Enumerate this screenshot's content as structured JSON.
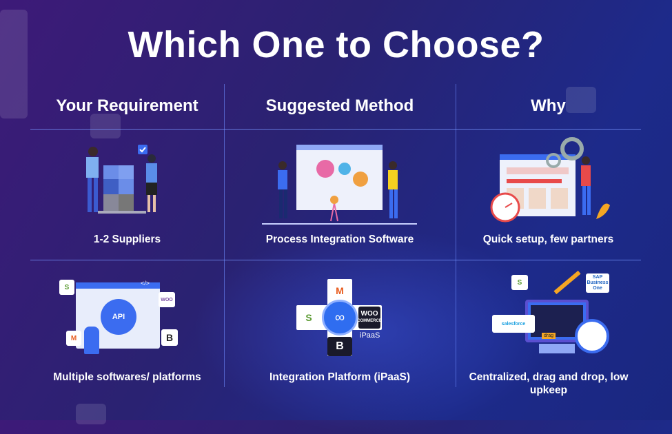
{
  "title": "Which One to Choose?",
  "columns": [
    "Your Requirement",
    "Suggested Method",
    "Why"
  ],
  "rows": [
    {
      "requirement": "1-2 Suppliers",
      "method": "Process Integration Software",
      "why": "Quick setup, few partners"
    },
    {
      "requirement": "Multiple softwares/ platforms",
      "method": "Integration Platform (iPaaS)",
      "why": "Centralized, drag and drop, low upkeep"
    }
  ],
  "illustration_text": {
    "api": "API",
    "woo": "WOO",
    "commerce": "COMMERCE",
    "bigcommerce": "B",
    "ipaas": "iPaaS",
    "sap": "SAP Business One",
    "salesforce": "salesforce",
    "code": "</>",
    "drag": "drag"
  },
  "colors": {
    "accent": "#3b6cf0",
    "line": "#6e8cff",
    "orange": "#f5a623"
  }
}
